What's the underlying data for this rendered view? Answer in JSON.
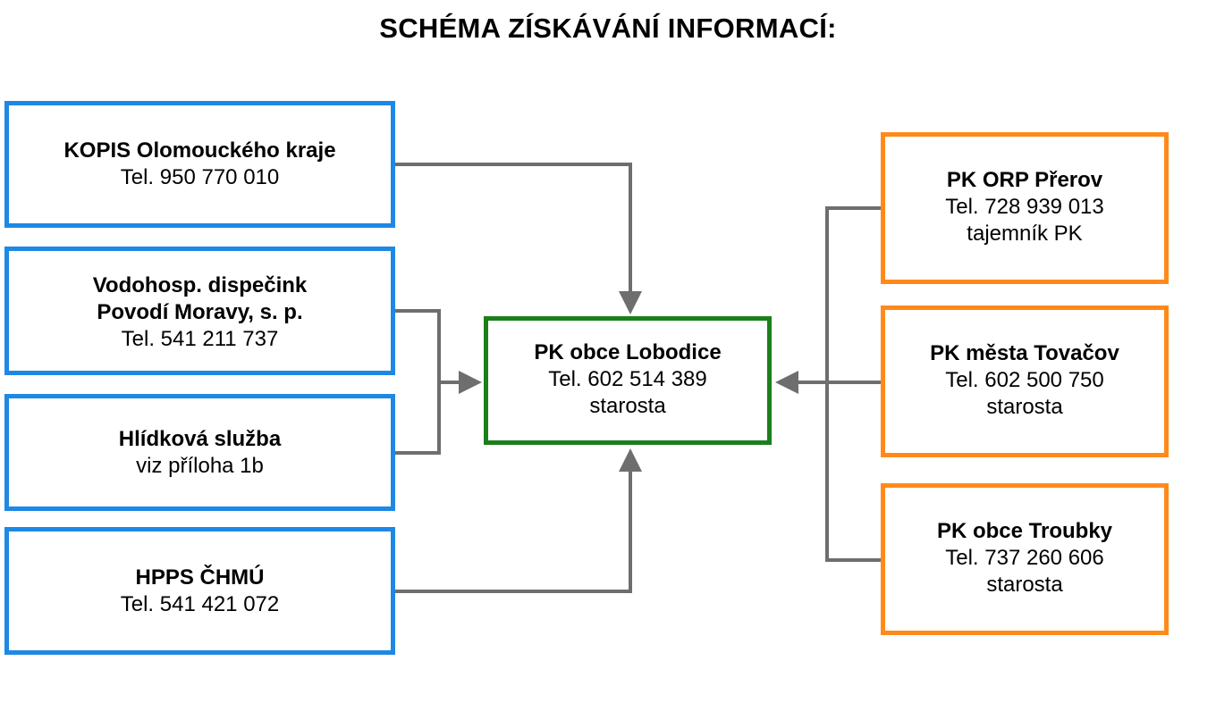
{
  "title": "SCHÉMA ZÍSKÁVÁNÍ INFORMACÍ:",
  "colors": {
    "source_border": "#1e88e5",
    "center_border": "#1b7f1b",
    "crisis_border": "#ff8a1a",
    "connector": "#6e6e6e"
  },
  "sources_left": [
    {
      "name": "KOPIS Olomouckého kraje",
      "lines": [
        "Tel. 950 770 010"
      ]
    },
    {
      "name": "Vodohosp. dispečink",
      "name2": "Povodí Moravy, s. p.",
      "lines": [
        "Tel. 541 211 737"
      ]
    },
    {
      "name": "Hlídková služba",
      "lines": [
        "viz příloha 1b"
      ]
    },
    {
      "name": "HPPS ČHMÚ",
      "lines": [
        "Tel. 541 421 072"
      ]
    }
  ],
  "center": {
    "name": "PK obce Lobodice",
    "lines": [
      "Tel. 602 514 389",
      "starosta"
    ]
  },
  "sources_right": [
    {
      "name": "PK ORP Přerov",
      "lines": [
        "Tel. 728 939 013",
        "tajemník PK"
      ]
    },
    {
      "name": "PK města Tovačov",
      "lines": [
        "Tel. 602 500 750",
        "starosta"
      ]
    },
    {
      "name": "PK obce Troubky",
      "lines": [
        "Tel. 737 260 606",
        "starosta"
      ]
    }
  ]
}
